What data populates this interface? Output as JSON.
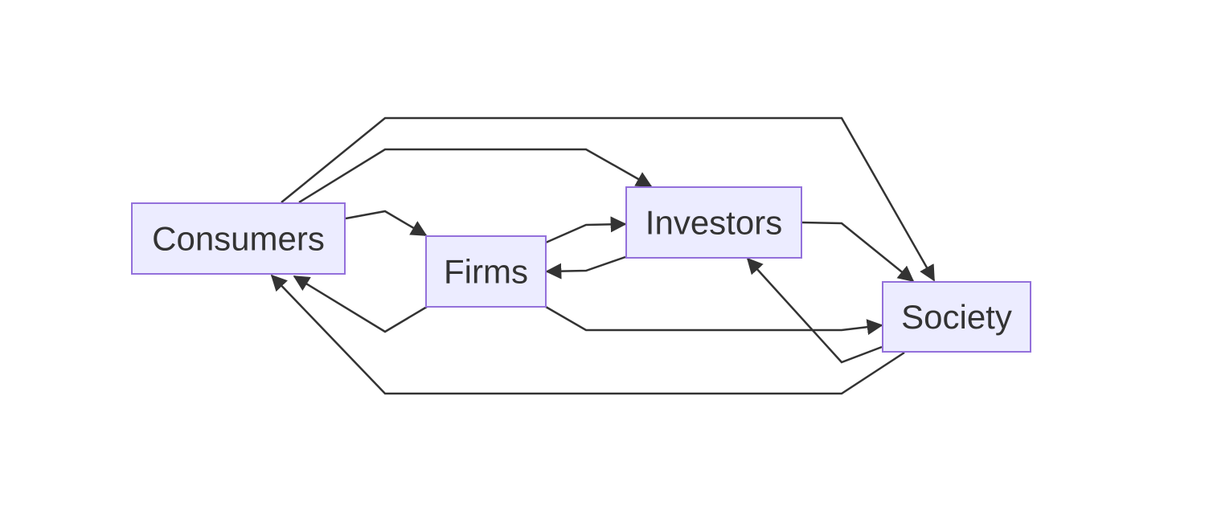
{
  "diagram": {
    "type": "flowchart",
    "nodes": {
      "consumers": {
        "label": "Consumers"
      },
      "firms": {
        "label": "Firms"
      },
      "investors": {
        "label": "Investors"
      },
      "society": {
        "label": "Society"
      }
    },
    "edges": [
      {
        "from": "Consumers",
        "to": "Firms"
      },
      {
        "from": "Consumers",
        "to": "Investors"
      },
      {
        "from": "Consumers",
        "to": "Society"
      },
      {
        "from": "Firms",
        "to": "Consumers"
      },
      {
        "from": "Firms",
        "to": "Investors"
      },
      {
        "from": "Firms",
        "to": "Society"
      },
      {
        "from": "Investors",
        "to": "Firms"
      },
      {
        "from": "Investors",
        "to": "Society"
      },
      {
        "from": "Society",
        "to": "Consumers"
      },
      {
        "from": "Society",
        "to": "Investors"
      }
    ],
    "colors": {
      "node_fill": "#ECECFF",
      "node_stroke": "#9370DB",
      "edge": "#333333",
      "text": "#333333"
    }
  }
}
